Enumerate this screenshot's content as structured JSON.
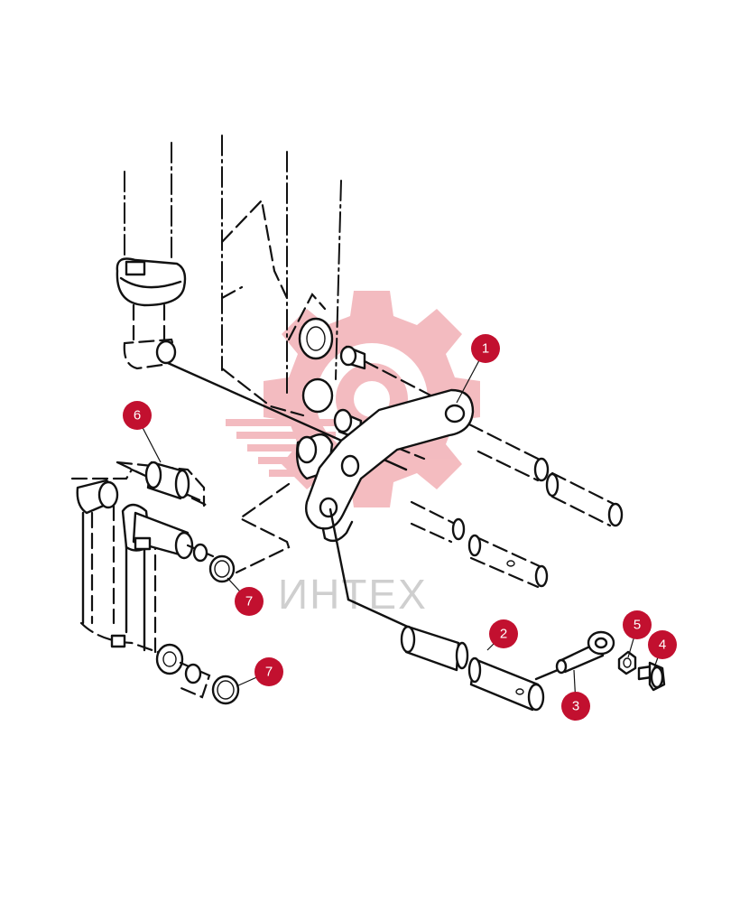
{
  "watermark": {
    "text": "ИНТЕХ",
    "text_color": "#cfcfcf",
    "logo_color": "#f3b8bd"
  },
  "callout_color": "#c2102f",
  "callouts": [
    {
      "label": "1"
    },
    {
      "label": "2"
    },
    {
      "label": "3"
    },
    {
      "label": "4"
    },
    {
      "label": "5"
    },
    {
      "label": "6"
    },
    {
      "label": "7"
    },
    {
      "label": "7"
    }
  ]
}
